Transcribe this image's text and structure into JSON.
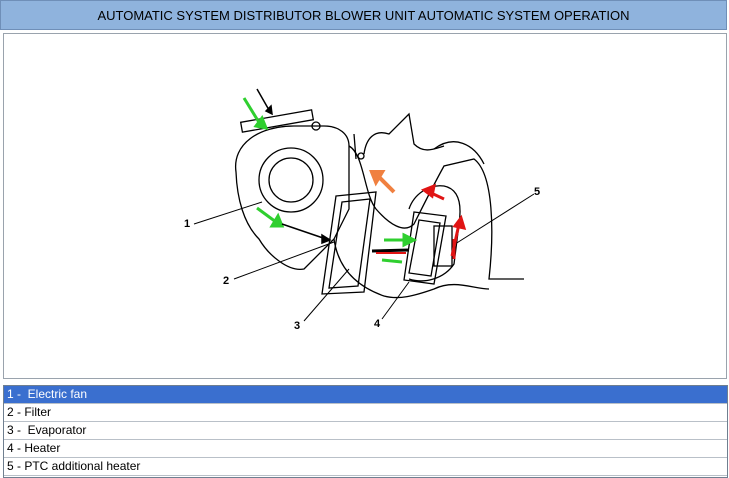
{
  "window": {
    "title": "AUTOMATIC SYSTEM DISTRIBUTOR BLOWER UNIT AUTOMATIC SYSTEM OPERATION"
  },
  "diagram": {
    "callouts": [
      "1",
      "2",
      "3",
      "4",
      "5"
    ],
    "arrow_colors": {
      "fresh_air": "#2fcf2f",
      "heated_air": "#e01414",
      "mixed_air": "#f08040",
      "flow": "#000000"
    }
  },
  "legend": {
    "items": [
      {
        "label": "1 -  Electric fan",
        "selected": true
      },
      {
        "label": "2 - Filter",
        "selected": false
      },
      {
        "label": "3 -  Evaporator",
        "selected": false
      },
      {
        "label": "4 - Heater",
        "selected": false
      },
      {
        "label": "5 - PTC additional heater",
        "selected": false
      }
    ]
  }
}
